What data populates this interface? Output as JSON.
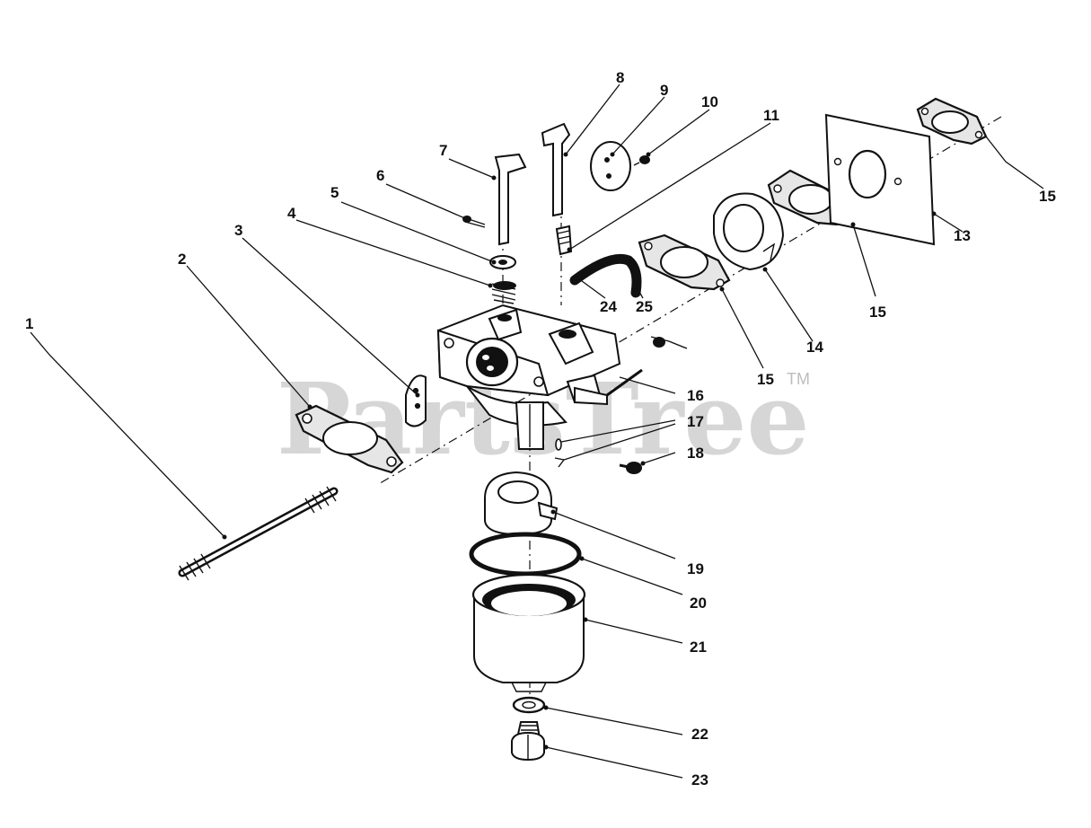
{
  "watermark": {
    "text": "PartsTree",
    "tm": "TM"
  },
  "callouts": [
    "1",
    "2",
    "3",
    "4",
    "5",
    "6",
    "7",
    "8",
    "9",
    "10",
    "11",
    "13",
    "14",
    "15",
    "15",
    "15",
    "15",
    "16",
    "17",
    "18",
    "19",
    "20",
    "21",
    "22",
    "23",
    "24",
    "25"
  ]
}
